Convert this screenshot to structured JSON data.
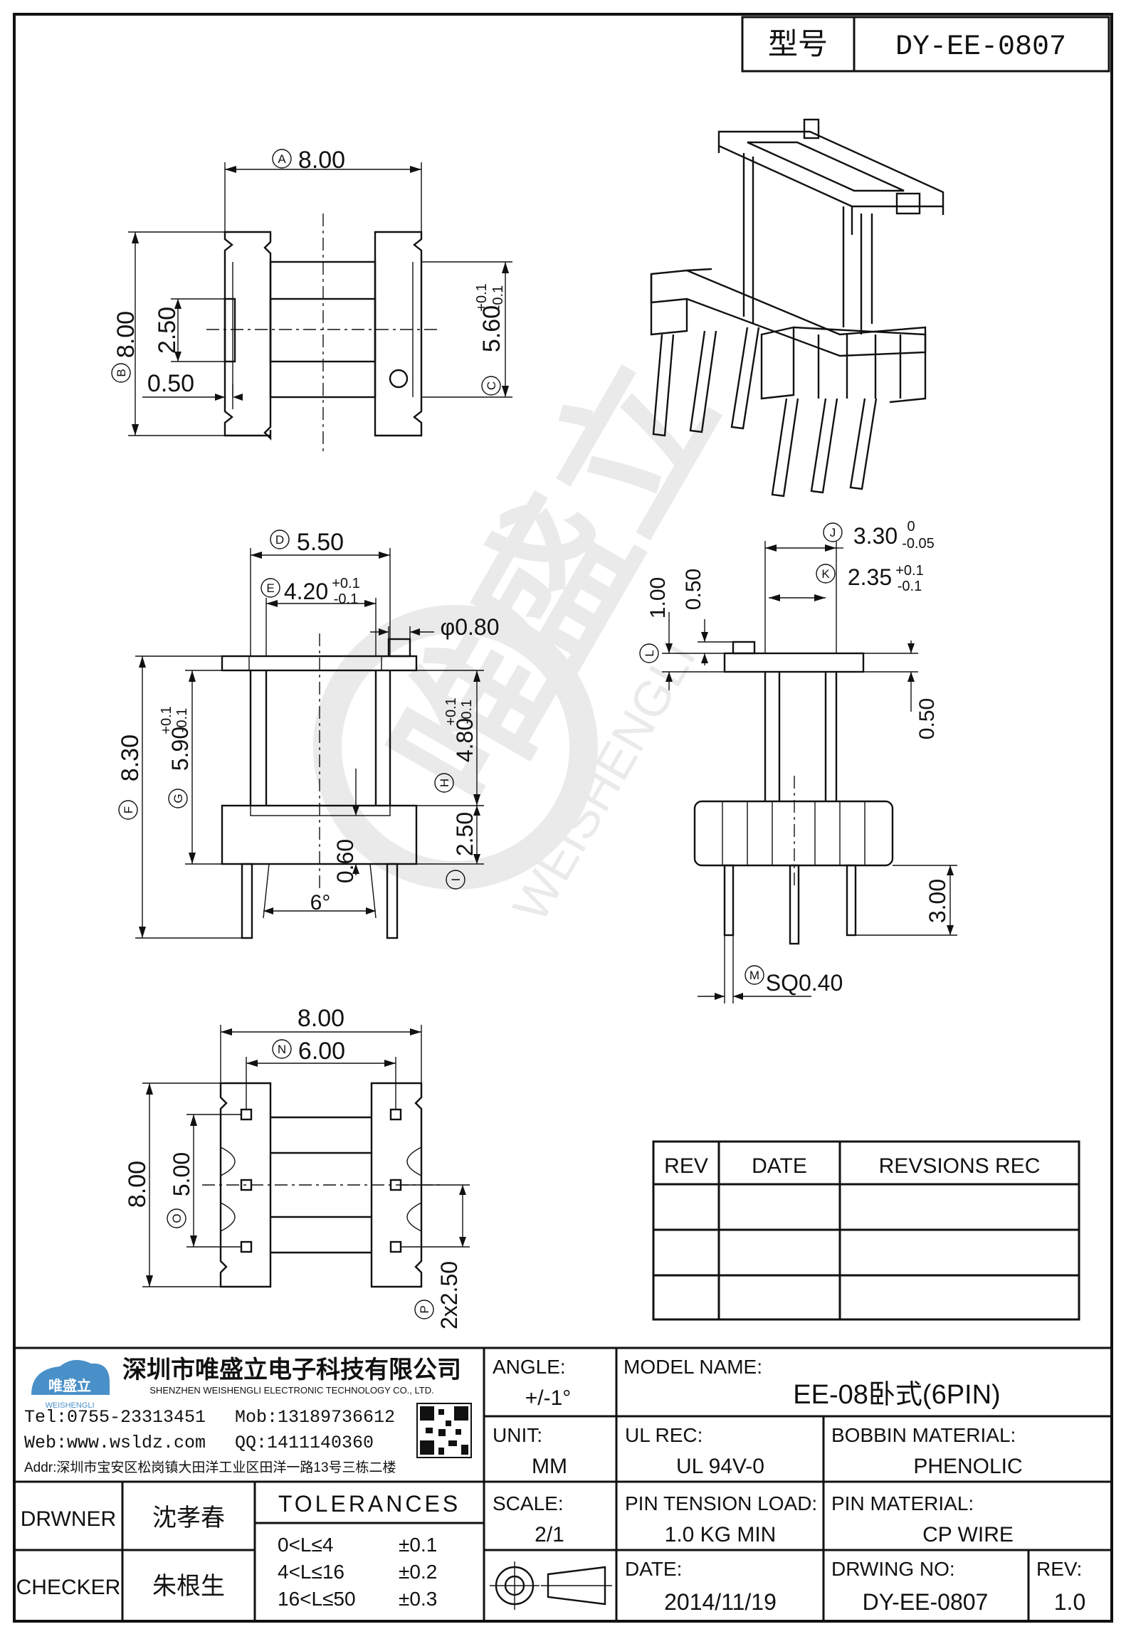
{
  "title_block": {
    "model_label": "型号",
    "model_no": "DY-EE-0807",
    "company_cn": "深圳市唯盛立电子科技有限公司",
    "company_en": "SHENZHEN WEISHENGLI ELECTRONIC TECHNOLOGY CO., LTD.",
    "logo_cn": "唯盛立",
    "logo_en": "WEISHENGLI",
    "tel": "Tel:0755-23313451",
    "mob": "Mob:13189736612",
    "web": "Web:www.wsldz.com",
    "qq": "QQ:1411140360",
    "addr": "Addr:深圳市宝安区松岗镇大田洋工业区田洋一路13号三栋二楼",
    "drawer_label": "DRWNER",
    "drawer": "沈孝春",
    "checker_label": "CHECKER",
    "checker": "朱根生",
    "tolerances_label": "TOLERANCES",
    "tol_rows": [
      {
        "range": "0<L≤4",
        "tol": "±0.1"
      },
      {
        "range": "4<L≤16",
        "tol": "±0.2"
      },
      {
        "range": "16<L≤50",
        "tol": "±0.3"
      }
    ],
    "angle_label": "ANGLE:",
    "angle": "+/-1°",
    "unit_label": "UNIT:",
    "unit": "MM",
    "scale_label": "SCALE:",
    "scale": "2/1",
    "model_name_label": "MODEL NAME:",
    "model_name": "EE-08卧式(6PIN)",
    "ul_label": "UL REC:",
    "ul": "UL 94V-0",
    "bobbin_label": "BOBBIN MATERIAL:",
    "bobbin": "PHENOLIC",
    "pin_tension_label": "PIN TENSION LOAD:",
    "pin_tension": "1.0 KG MIN",
    "pin_material_label": "PIN MATERIAL:",
    "pin_material": "CP WIRE",
    "date_label": "DATE:",
    "date": "2014/11/19",
    "drawing_no_label": "DRWING NO:",
    "drawing_no": "DY-EE-0807",
    "rev_label": "REV:",
    "rev": "1.0"
  },
  "revision_table": {
    "headers": [
      "REV",
      "DATE",
      "REVSIONS REC"
    ]
  },
  "dimensions": {
    "top_A": "8.00",
    "top_B": "8.00",
    "top_C": "5.60",
    "top_C_tol_up": "+0.1",
    "top_C_tol_dn": "-0.1",
    "top_250": "2.50",
    "top_050": "0.50",
    "front_D": "5.50",
    "front_E": "4.20",
    "front_E_tol_up": "+0.1",
    "front_E_tol_dn": "-0.1",
    "front_phi": "φ0.80",
    "front_F": "8.30",
    "front_G": "5.90",
    "front_G_tol_up": "+0.1",
    "front_G_tol_dn": "-0.1",
    "front_H": "4.80",
    "front_H_tol_up": "+0.1",
    "front_H_tol_dn": "-0.1",
    "front_I": "2.50",
    "front_060": "0.60",
    "front_angle": "6°",
    "side_J": "3.30",
    "side_J_tol_up": "0",
    "side_J_tol_dn": "-0.05",
    "side_K": "2.35",
    "side_K_tol_up": "+0.1",
    "side_K_tol_dn": "-0.1",
    "side_100": "1.00",
    "side_050a": "0.50",
    "side_050b": "0.50",
    "side_300": "3.00",
    "side_M": "SQ0.40",
    "bot_800a": "8.00",
    "bot_N": "6.00",
    "bot_800b": "8.00",
    "bot_O": "5.00",
    "bot_P": "2x2.50"
  },
  "circle_letters": [
    "A",
    "B",
    "C",
    "D",
    "E",
    "F",
    "G",
    "H",
    "I",
    "J",
    "K",
    "L",
    "M",
    "N",
    "O",
    "P"
  ],
  "watermark": {
    "cn": "唯盛立",
    "en": "WEISHENGLI"
  }
}
